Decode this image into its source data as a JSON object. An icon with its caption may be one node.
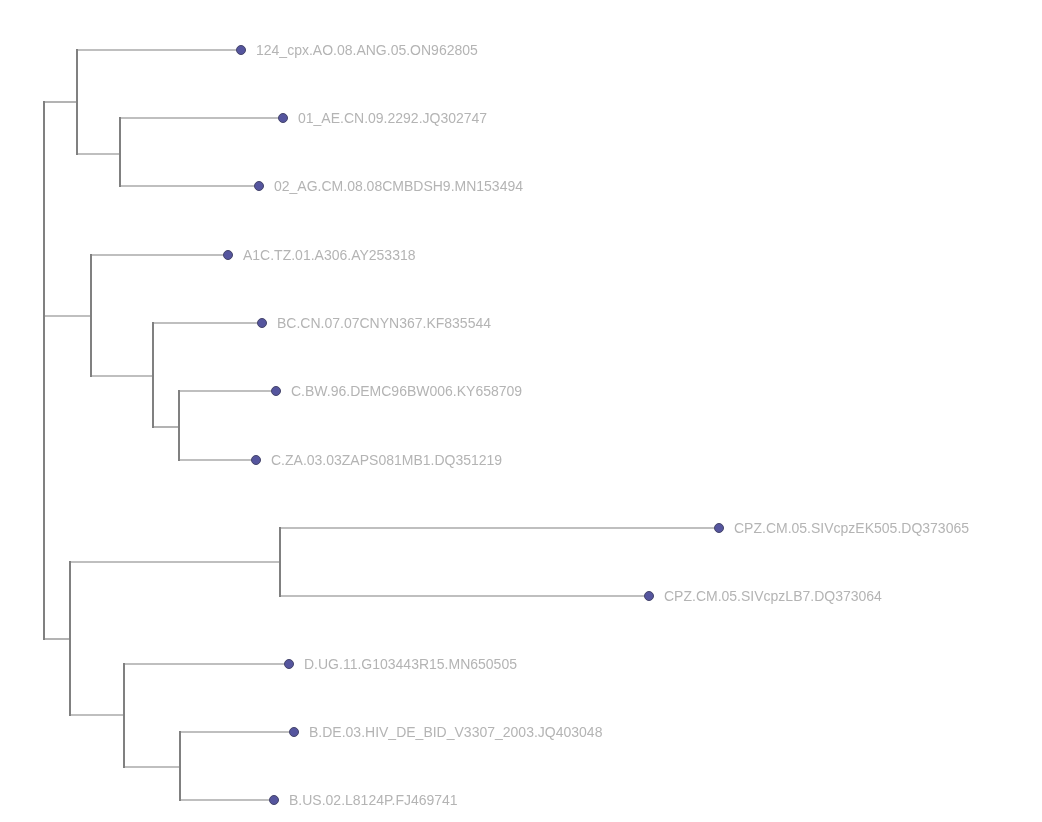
{
  "diagram": {
    "nodes": [
      {
        "text": [
          "124_cpx.AO.08.ANG.05.ON962805"
        ]
      },
      {
        "text": [
          "01_AE.CN.09.2292.JQ302747"
        ]
      },
      {
        "text": [
          "02_AG.CM.08.08CMBDSH9.MN153494"
        ]
      },
      {
        "text": [
          "A1C.TZ.01.A306.AY253318"
        ]
      },
      {
        "text": [
          "BC.CN.07.07CNYN367.KF835544"
        ]
      },
      {
        "text": [
          "C.BW.96.DEMC96BW006.KY658709"
        ]
      },
      {
        "text": [
          "C.ZA.03.03ZAPS081MB1.DQ351219"
        ]
      },
      {
        "text": [
          "CPZ.CM.05.SIVcpzEK505.DQ373065"
        ]
      },
      {
        "text": [
          "CPZ.CM.05.SIVcpzLB7.DQ373064"
        ]
      },
      {
        "text": [
          "D.UG.11.G103443R15.MN650505"
        ]
      },
      {
        "text": [
          "B.DE.03.HIV_DE_BID_V3307_2003.JQ403048"
        ]
      },
      {
        "text": [
          "B.US.02.L8124P.FJ469741"
        ]
      },
      {
        "text": [],
        "shape": "bar"
      },
      {
        "text": [],
        "shape": "bar"
      },
      {
        "text": [],
        "shape": "bar"
      },
      {
        "text": [],
        "shape": "bar"
      },
      {
        "text": [],
        "shape": "bar"
      },
      {
        "text": [],
        "shape": "bar"
      },
      {
        "text": [],
        "shape": "bar"
      },
      {
        "text": [],
        "shape": "bar"
      },
      {
        "text": [],
        "shape": "bar"
      },
      {
        "text": [],
        "shape": "bar"
      }
    ],
    "edges": [
      {
        "from": 12,
        "to": 13,
        "arrow": "none"
      },
      {
        "from": 12,
        "to": 15,
        "arrow": "none"
      },
      {
        "from": 12,
        "to": 18,
        "arrow": "none"
      },
      {
        "from": 13,
        "to": 0,
        "arrow": "none"
      },
      {
        "from": 13,
        "to": 14,
        "arrow": "none"
      },
      {
        "from": 14,
        "to": 1,
        "arrow": "none"
      },
      {
        "from": 14,
        "to": 2,
        "arrow": "none"
      },
      {
        "from": 15,
        "to": 3,
        "arrow": "none"
      },
      {
        "from": 15,
        "to": 16,
        "arrow": "none"
      },
      {
        "from": 16,
        "to": 4,
        "arrow": "none"
      },
      {
        "from": 16,
        "to": 17,
        "arrow": "none"
      },
      {
        "from": 17,
        "to": 5,
        "arrow": "none"
      },
      {
        "from": 17,
        "to": 6,
        "arrow": "none"
      },
      {
        "from": 18,
        "to": 19,
        "arrow": "none"
      },
      {
        "from": 18,
        "to": 20,
        "arrow": "none"
      },
      {
        "from": 19,
        "to": 7,
        "arrow": "none"
      },
      {
        "from": 19,
        "to": 8,
        "arrow": "none"
      },
      {
        "from": 20,
        "to": 9,
        "arrow": "none"
      },
      {
        "from": 20,
        "to": 21,
        "arrow": "none"
      },
      {
        "from": 21,
        "to": 10,
        "arrow": "none"
      },
      {
        "from": 21,
        "to": 11,
        "arrow": "none"
      }
    ]
  }
}
